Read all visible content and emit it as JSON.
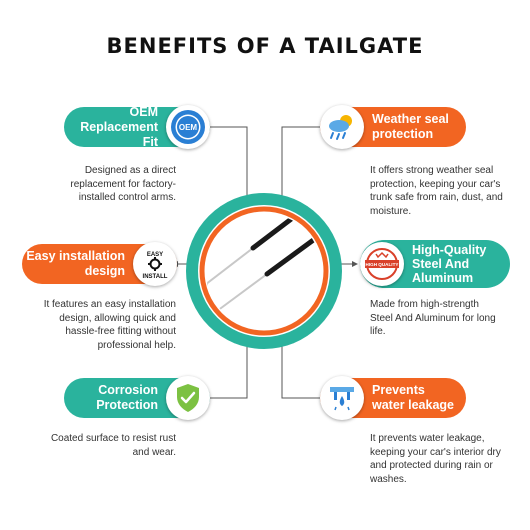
{
  "title": "BENEFITS OF A TAILGATE",
  "colors": {
    "teal": "#2ab39d",
    "orange": "#f26522",
    "text": "#333333"
  },
  "benefits": {
    "oem": {
      "title_l1": "OEM",
      "title_l2": "Replacement Fit",
      "icon": "oem-seal-icon",
      "icon_text": "OEM",
      "desc": [
        "Designed as a direct",
        "replacement for factory-",
        "installed control arms."
      ]
    },
    "weather": {
      "title_l1": "Weather seal",
      "title_l2": "protection",
      "icon": "weather-icon",
      "desc": [
        "It offers strong weather seal",
        "protection, keeping your car's",
        "trunk safe from rain, dust, and",
        "moisture."
      ]
    },
    "install": {
      "title_l1": "Easy installation",
      "title_l2": "design",
      "icon": "easy-install-icon",
      "icon_text_top": "EASY",
      "icon_text_bottom": "INSTALL",
      "desc": [
        "It features an easy installation",
        "design, allowing quick and",
        "hassle-free fitting without",
        "professional help."
      ]
    },
    "steel": {
      "title_l1": "High-Quality",
      "title_l2": "Steel And",
      "title_l3": "Aluminum",
      "icon": "high-quality-stamp-icon",
      "icon_text": "HIGH QUALITY",
      "desc": [
        "Made from high-strength",
        "Steel And Aluminum for long",
        "life."
      ]
    },
    "corrosion": {
      "title_l1": "Corrosion",
      "title_l2": "Protection",
      "icon": "shield-check-icon",
      "desc": [
        "Coated surface to resist rust",
        "and wear."
      ]
    },
    "leak": {
      "title_l1": "Prevents",
      "title_l2": "water leakage",
      "icon": "water-leak-icon",
      "desc": [
        "It prevents water leakage,",
        "keeping your car's interior dry",
        "and protected during rain or",
        "washes."
      ]
    }
  },
  "center_image": "tailgate-strut-image"
}
